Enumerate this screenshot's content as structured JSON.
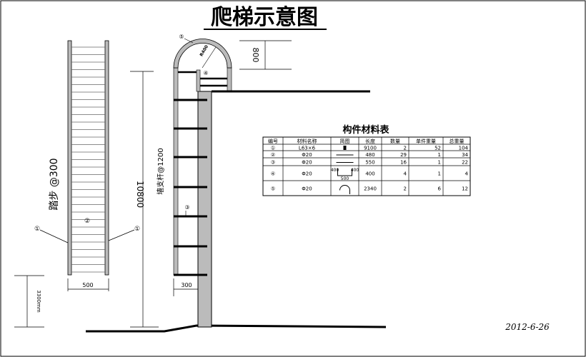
{
  "title": "爬梯示意图",
  "date": "2012-6-26",
  "front_view": {
    "step_label": "踏步 @300",
    "height_dim": "10800",
    "width_dim": "500",
    "bottom_dim": "3300mm",
    "rail_marker": "①",
    "rung_marker": "②"
  },
  "side_view": {
    "brace_label": "墙支杆@1200",
    "cage_height_dim": "800",
    "offset_dim": "300",
    "radius_label": "R400",
    "marker_3": "③",
    "marker_4": "④",
    "marker_5": "⑤"
  },
  "table": {
    "title": "构件材料表",
    "headers": [
      "编号",
      "材料名称",
      "简图",
      "长度",
      "数量",
      "单件重量",
      "总重量"
    ],
    "rows": [
      {
        "no": "①",
        "material": "L63×6",
        "sketch": "angle",
        "length": "9100",
        "qty": "2",
        "unit_weight": "52",
        "total_weight": "104"
      },
      {
        "no": "②",
        "material": "Φ20",
        "sketch": "bar",
        "length": "480",
        "qty": "29",
        "unit_weight": "1",
        "total_weight": "34"
      },
      {
        "no": "③",
        "material": "Φ20",
        "sketch": "bar",
        "length": "550",
        "qty": "16",
        "unit_weight": "1",
        "total_weight": "22"
      },
      {
        "no": "④",
        "material": "Φ20",
        "sketch": "u-bar",
        "length": "400",
        "qty": "4",
        "unit_weight": "1",
        "total_weight": "4"
      },
      {
        "no": "⑤",
        "material": "Φ20",
        "sketch": "arc",
        "length": "2340",
        "qty": "2",
        "unit_weight": "6",
        "total_weight": "12"
      }
    ],
    "sketch_dims": {
      "left": "400",
      "right": "400",
      "bottom": "500"
    }
  }
}
